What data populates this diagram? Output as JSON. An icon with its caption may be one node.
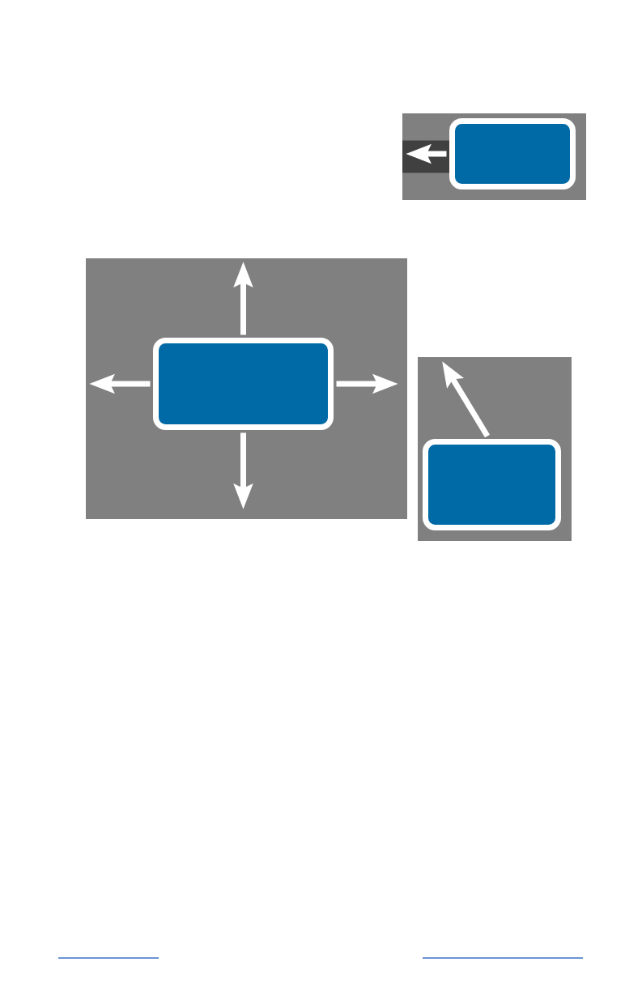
{
  "diagram": {
    "nodes": [
      {
        "text": [],
        "shape": "box"
      },
      {
        "text": [],
        "shape": "box",
        "in": 0
      },
      {
        "text": [],
        "shape": "box"
      },
      {
        "text": [],
        "shape": "box",
        "in": 2
      },
      {
        "text": [],
        "shape": "box"
      },
      {
        "text": [],
        "shape": "box",
        "in": 4
      }
    ],
    "edges": [
      {
        "from": 1,
        "to": null,
        "arrow": "to"
      },
      {
        "from": 3,
        "to": null,
        "arrow": "to"
      },
      {
        "from": 3,
        "to": null,
        "arrow": "to"
      },
      {
        "from": 3,
        "to": null,
        "arrow": "to"
      },
      {
        "from": 3,
        "to": null,
        "arrow": "to"
      },
      {
        "from": 5,
        "to": null,
        "arrow": "to"
      }
    ]
  }
}
